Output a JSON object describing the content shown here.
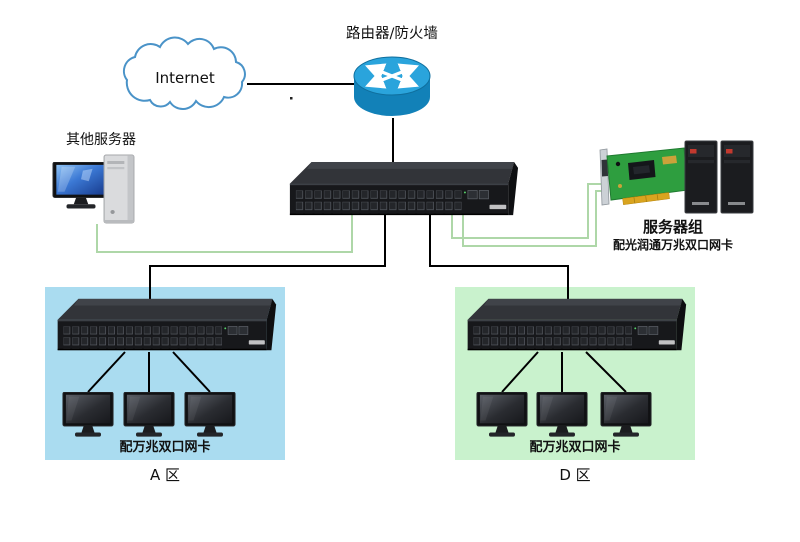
{
  "diagram": {
    "kind": "network-topology",
    "labels": {
      "router_firewall": "路由器/防火墙",
      "internet": "Internet",
      "other_server": "其他服务器",
      "server_group": "服务器组",
      "server_group_note": "配光润通万兆双口网卡",
      "zone_a_name": "A 区",
      "zone_a_note": "配万兆双口网卡",
      "zone_d_name": "D 区",
      "zone_d_note": "配万兆双口网卡"
    },
    "nodes": [
      {
        "id": "internet",
        "type": "cloud",
        "label": "Internet"
      },
      {
        "id": "router",
        "type": "router-firewall",
        "label": "路由器/防火墙"
      },
      {
        "id": "core-switch",
        "type": "switch"
      },
      {
        "id": "other-server",
        "type": "desktop-server",
        "label": "其他服务器"
      },
      {
        "id": "nic-card",
        "type": "network-interface-card"
      },
      {
        "id": "server-group",
        "type": "server-towers",
        "count": 2,
        "label": "服务器组",
        "note": "配光润通万兆双口网卡"
      },
      {
        "id": "zone-a-switch",
        "type": "switch",
        "zone": "A 区"
      },
      {
        "id": "zone-a-workstations",
        "type": "workstations",
        "count": 3,
        "note": "配万兆双口网卡",
        "zone": "A 区"
      },
      {
        "id": "zone-d-switch",
        "type": "switch",
        "zone": "D 区"
      },
      {
        "id": "zone-d-workstations",
        "type": "workstations",
        "count": 3,
        "note": "配万兆双口网卡",
        "zone": "D 区"
      }
    ],
    "edges": [
      {
        "from": "internet",
        "to": "router",
        "color": "black"
      },
      {
        "from": "router",
        "to": "core-switch",
        "color": "black"
      },
      {
        "from": "core-switch",
        "to": "other-server",
        "color": "green"
      },
      {
        "from": "core-switch",
        "to": "nic-card",
        "color": "green",
        "lines": 2
      },
      {
        "from": "core-switch",
        "to": "zone-a-switch",
        "color": "black"
      },
      {
        "from": "core-switch",
        "to": "zone-d-switch",
        "color": "black"
      },
      {
        "from": "zone-a-switch",
        "to": "zone-a-workstations",
        "color": "black",
        "lines": 3
      },
      {
        "from": "zone-d-switch",
        "to": "zone-d-workstations",
        "color": "black",
        "lines": 3
      }
    ],
    "colors": {
      "zone_a_bg": "#aadcf0",
      "zone_d_bg": "#c9f2cd",
      "link_black": "#000000",
      "link_green": "#aed7a8",
      "router_top": "#2aa4dc",
      "router_body": "#1281b8",
      "cloud_stroke": "#4a93c8",
      "nic_pcb": "#2e9e3f",
      "nic_gold": "#d9a41f"
    }
  }
}
